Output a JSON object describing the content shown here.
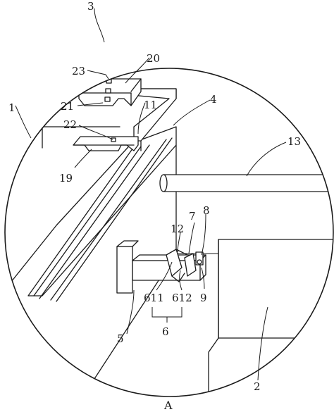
{
  "figure": {
    "caption": "A",
    "labels": {
      "l1": "1",
      "l2": "2",
      "l3": "3",
      "l4": "4",
      "l5": "5",
      "l6": "6",
      "l7": "7",
      "l8": "8",
      "l9": "9",
      "l11": "11",
      "l12": "12",
      "l13": "13",
      "l19": "19",
      "l20": "20",
      "l21": "21",
      "l22": "22",
      "l23": "23",
      "l611": "611",
      "l612": "612"
    }
  }
}
